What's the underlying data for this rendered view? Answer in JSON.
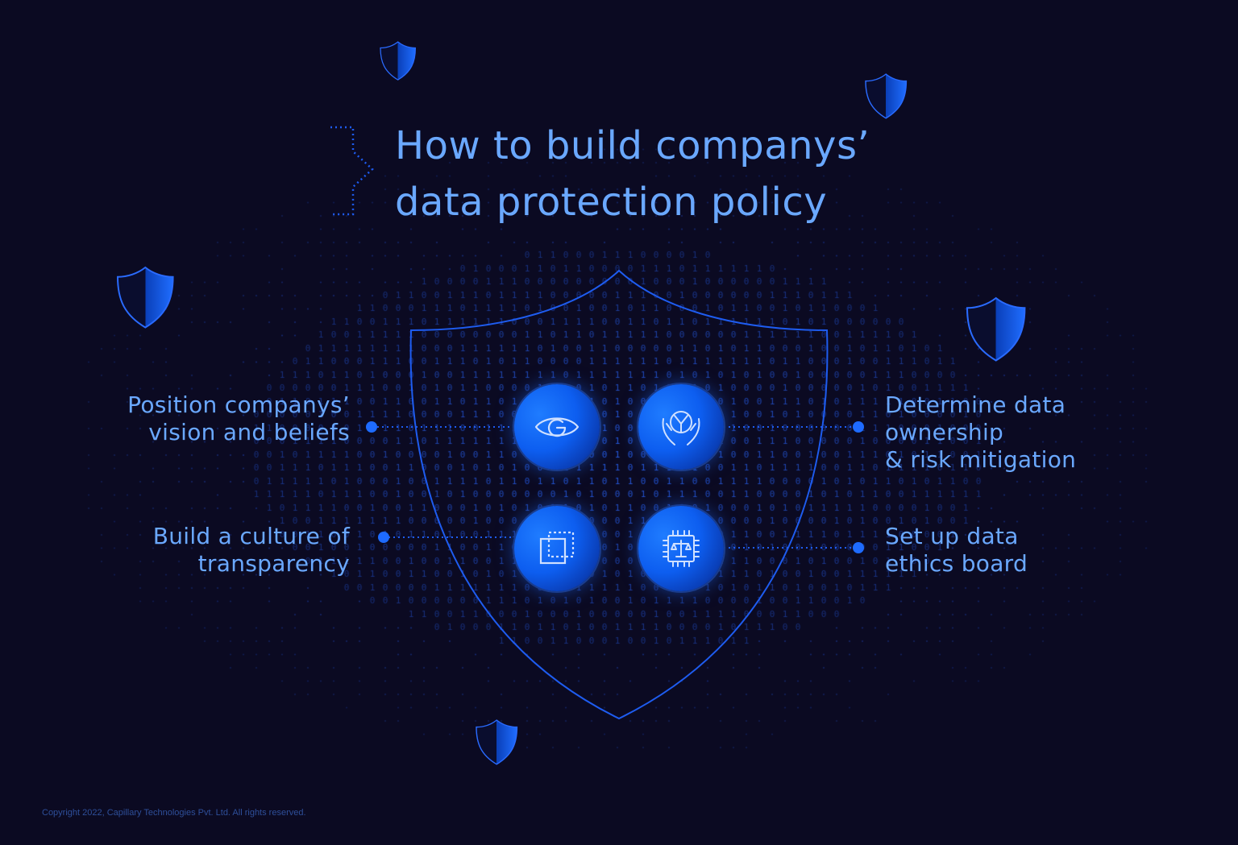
{
  "title": {
    "line1": "How to build companys’",
    "line2": "data protection policy"
  },
  "steps": [
    {
      "lines": [
        "Position companys’",
        "vision and beliefs"
      ],
      "icon": "eye-icon"
    },
    {
      "lines": [
        "Determine data",
        "ownership",
        "& risk mitigation"
      ],
      "icon": "hands-holding-icon"
    },
    {
      "lines": [
        "Build a culture of",
        "transparency"
      ],
      "icon": "transparent-square-icon"
    },
    {
      "lines": [
        "Set up data",
        "ethics board"
      ],
      "icon": "chip-scales-icon"
    }
  ],
  "copyright": "Copyright 2022, Capillary Technologies Pvt. Ltd. All rights reserved.",
  "colors": {
    "background": "#0b0a22",
    "accent": "#6aa8ff",
    "node": "#0d5ef0",
    "dots": "#1a4fd6"
  }
}
